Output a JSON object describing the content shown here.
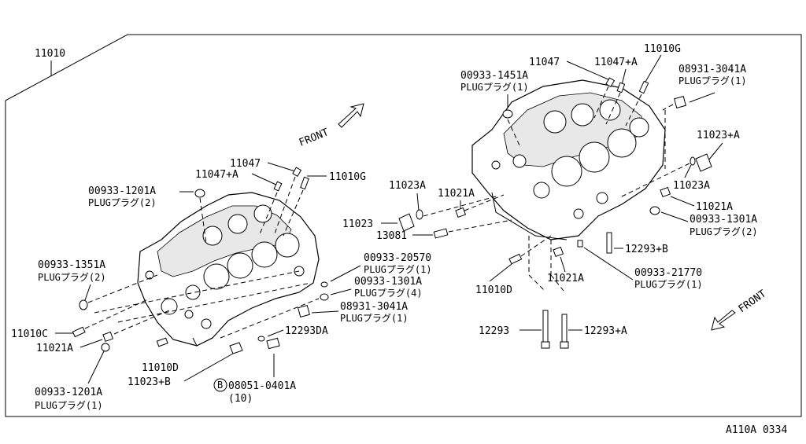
{
  "diagram": {
    "main_part": "11010",
    "figure_code": "A110A 0334",
    "front_label": "FRONT",
    "parts": {
      "p11047_l": "11047",
      "p11047a_l": "11047+A",
      "p11010g_l": "11010G",
      "p00933_1201a_top": "00933-1201A",
      "plug2_top": "PLUGプラグ(2)",
      "p00933_1351a": "00933-1351A",
      "plug2_1351": "PLUGプラグ(2)",
      "p11010c": "11010C",
      "p11021a_l": "11021A",
      "p00933_1201a_bot": "00933-1201A",
      "plug1_bot": "PLUGプラグ(1)",
      "p11010d_l": "11010D",
      "p11023b": "11023+B",
      "p08051": "08051-0401A",
      "p08051_qty": "(10)",
      "p08051_mark": "B",
      "p12293da": "12293DA",
      "p00933_20570": "00933-20570",
      "plug1_20570": "PLUGプラグ(1)",
      "p00933_1301a_l": "00933-1301A",
      "plug4_1301": "PLUGプラグ(4)",
      "p08931_l": "08931-3041A",
      "plug1_08931_l": "PLUGプラグ(1)",
      "p11047_r": "11047",
      "p11047a_r": "11047+A",
      "p11010g_r": "11010G",
      "p00933_1451a": "00933-1451A",
      "plug1_1451": "PLUGプラグ(1)",
      "p08931_r": "08931-3041A",
      "plug1_08931_r": "PLUGプラグ(1)",
      "p11023a_r": "11023+A",
      "p11023a_lbl": "11023A",
      "p11021a_r": "11021A",
      "p11023a_mid": "11023A",
      "p11021a_mid": "11021A",
      "p11023": "11023",
      "p13081": "13081",
      "p00933_1301a_r": "00933-1301A",
      "plug2_1301_r": "PLUGプラグ(2)",
      "p12293b": "12293+B",
      "p00933_21770": "00933-21770",
      "plug1_21770": "PLUGプラグ(1)",
      "p11021a_low": "11021A",
      "p11010d_r": "11010D",
      "p12293": "12293",
      "p12293a": "12293+A"
    }
  }
}
